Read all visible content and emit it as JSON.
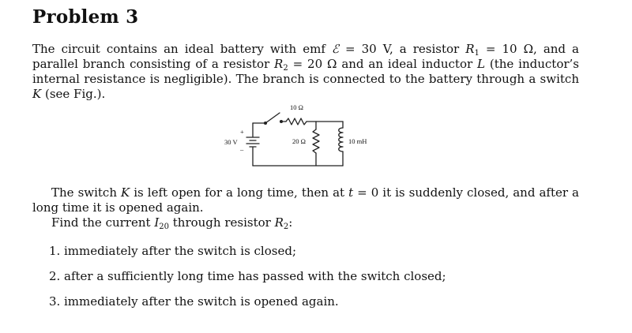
{
  "title": "Problem 3",
  "intro": {
    "t1": "The circuit contains an ideal battery with emf ",
    "emf_sym": "ℰ",
    "t2": " = 30 V, a resistor ",
    "r1": "R",
    "r1_sub": "1",
    "t3": " = 10 Ω, and a parallel branch consisting of a resistor ",
    "r2": "R",
    "r2_sub": "2",
    "t4": " = 20 Ω and an ideal inductor ",
    "l": "L",
    "t5": " (the inductor’s internal resistance is negligible). The branch is connected to the battery through a switch ",
    "k": "K",
    "t6": " (see Fig.)."
  },
  "figure": {
    "battery_label": "30 V",
    "plus": "+",
    "minus": "–",
    "r1_label": "10 Ω",
    "r2_label": "20 Ω",
    "l_label": "10 mH"
  },
  "switch_text": {
    "t1": "The switch ",
    "k": "K",
    "t2": " is left open for a long time, then at ",
    "t": "t",
    "t3": " = 0 it is suddenly closed, and after a long time it is opened again."
  },
  "question": {
    "t1": "Find the current ",
    "i": "I",
    "i_sub": "20",
    "t2": " through resistor ",
    "r": "R",
    "r_sub": "2",
    "t3": ":"
  },
  "items": [
    {
      "num": "1.",
      "text": "immediately after the switch is closed;"
    },
    {
      "num": "2.",
      "text": "after a sufficiently long time has passed with the switch closed;"
    },
    {
      "num": "3.",
      "text": "immediately after the switch is opened again."
    }
  ]
}
